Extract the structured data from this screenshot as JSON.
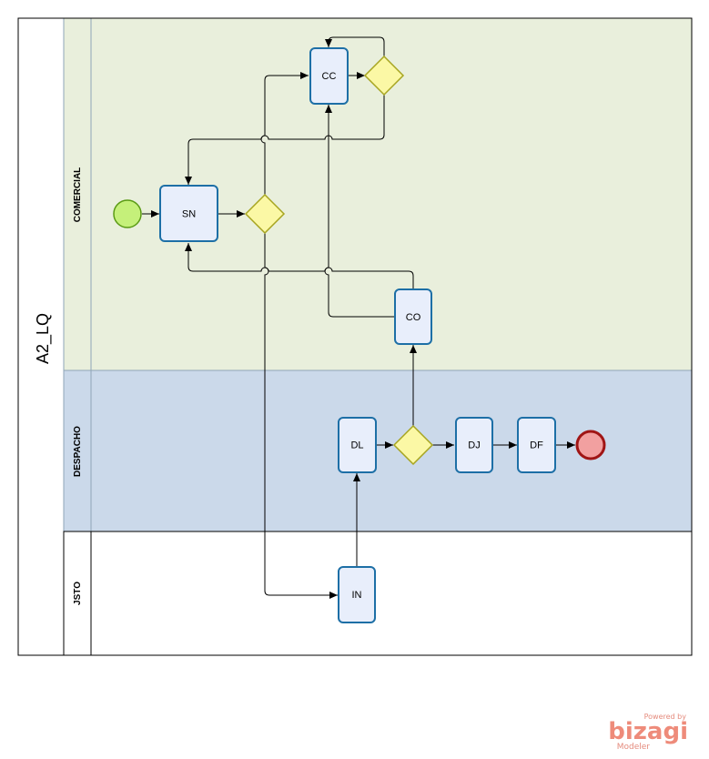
{
  "pool": {
    "name": "A2_LQ"
  },
  "lanes": [
    {
      "name": "COMERCIAL",
      "color": "#e9efdc"
    },
    {
      "name": "DESPACHO",
      "color": "#cbd9ea"
    },
    {
      "name": "JSTO",
      "color": "#ffffff"
    }
  ],
  "tasks": {
    "sn": "SN",
    "cc": "CC",
    "co": "CO",
    "dl": "DL",
    "dj": "DJ",
    "df": "DF",
    "in": "IN"
  },
  "events": {
    "start_color": "#c5f07a",
    "end_color": "#f2a0a0"
  },
  "branding": {
    "powered_by": "Powered by",
    "name": "bizagi",
    "product": "Modeler"
  }
}
